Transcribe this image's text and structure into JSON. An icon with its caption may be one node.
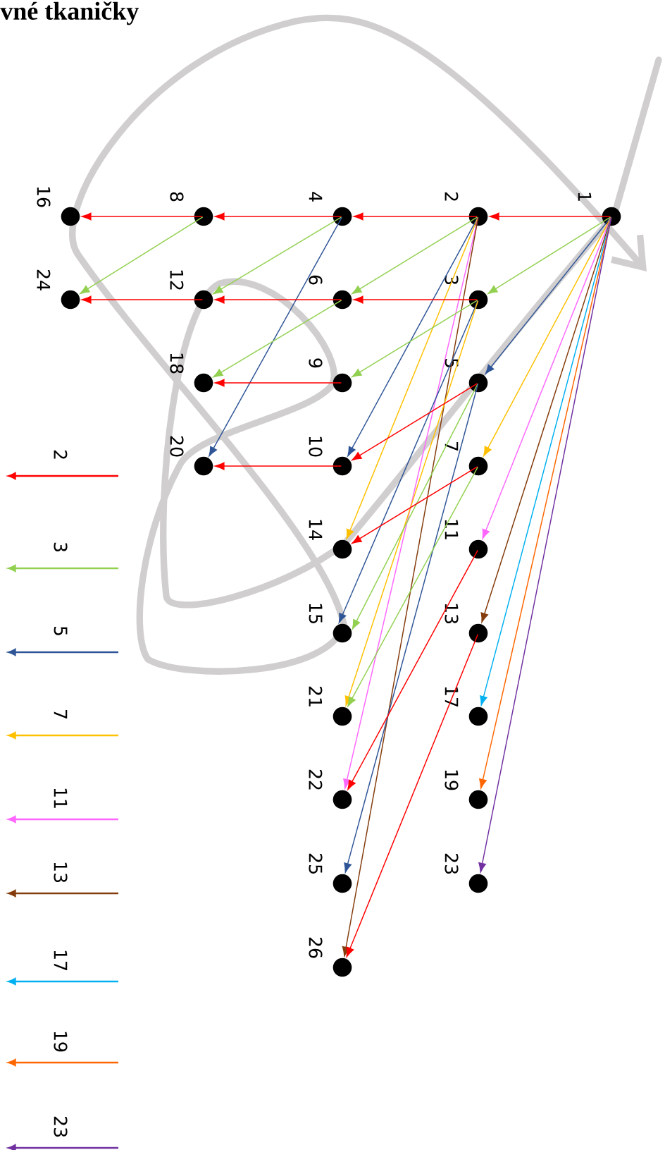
{
  "diagram": {
    "title": "vné tkaničky",
    "nodes": [
      {
        "text": [
          "1"
        ]
      },
      {
        "text": [
          "2"
        ]
      },
      {
        "text": [
          "3"
        ]
      },
      {
        "text": [
          "4"
        ]
      },
      {
        "text": [
          "5"
        ]
      },
      {
        "text": [
          "6"
        ]
      },
      {
        "text": [
          "7"
        ]
      },
      {
        "text": [
          "8"
        ]
      },
      {
        "text": [
          "9"
        ]
      },
      {
        "text": [
          "10"
        ]
      },
      {
        "text": [
          "11"
        ]
      },
      {
        "text": [
          "12"
        ]
      },
      {
        "text": [
          "13"
        ]
      },
      {
        "text": [
          "14"
        ]
      },
      {
        "text": [
          "15"
        ]
      },
      {
        "text": [
          "16"
        ]
      },
      {
        "text": [
          "17"
        ]
      },
      {
        "text": [
          "18"
        ]
      },
      {
        "text": [
          "19"
        ]
      },
      {
        "text": [
          "20"
        ]
      },
      {
        "text": [
          "21"
        ]
      },
      {
        "text": [
          "22"
        ]
      },
      {
        "text": [
          "23"
        ]
      },
      {
        "text": [
          "24"
        ]
      },
      {
        "text": [
          "25"
        ]
      },
      {
        "text": [
          "26"
        ]
      }
    ],
    "edges": [
      {
        "from": 0,
        "to": 1,
        "arrow": "to",
        "color": "#ff0000"
      },
      {
        "from": 0,
        "to": 2,
        "arrow": "to",
        "color": "#92d050"
      },
      {
        "from": 0,
        "to": 4,
        "arrow": "to",
        "color": "#2f5597"
      },
      {
        "from": 0,
        "to": 6,
        "arrow": "to",
        "color": "#ffc000"
      },
      {
        "from": 0,
        "to": 10,
        "arrow": "to",
        "color": "#ff66ff"
      },
      {
        "from": 0,
        "to": 12,
        "arrow": "to",
        "color": "#843c0c"
      },
      {
        "from": 0,
        "to": 16,
        "arrow": "to",
        "color": "#00b0f0"
      },
      {
        "from": 0,
        "to": 18,
        "arrow": "to",
        "color": "#ff6600"
      },
      {
        "from": 0,
        "to": 22,
        "arrow": "to",
        "color": "#7030a0"
      },
      {
        "from": 1,
        "to": 3,
        "arrow": "to",
        "color": "#ff0000"
      },
      {
        "from": 1,
        "to": 5,
        "arrow": "to",
        "color": "#92d050"
      },
      {
        "from": 1,
        "to": 9,
        "arrow": "to",
        "color": "#2f5597"
      },
      {
        "from": 1,
        "to": 13,
        "arrow": "to",
        "color": "#ffc000"
      },
      {
        "from": 1,
        "to": 21,
        "arrow": "to",
        "color": "#ff66ff"
      },
      {
        "from": 1,
        "to": 25,
        "arrow": "to",
        "color": "#843c0c"
      },
      {
        "from": 2,
        "to": 5,
        "arrow": "to",
        "color": "#ff0000"
      },
      {
        "from": 2,
        "to": 8,
        "arrow": "to",
        "color": "#92d050"
      },
      {
        "from": 2,
        "to": 14,
        "arrow": "to",
        "color": "#2f5597"
      },
      {
        "from": 2,
        "to": 20,
        "arrow": "to",
        "color": "#ffc000"
      },
      {
        "from": 3,
        "to": 7,
        "arrow": "to",
        "color": "#ff0000"
      },
      {
        "from": 3,
        "to": 11,
        "arrow": "to",
        "color": "#92d050"
      },
      {
        "from": 3,
        "to": 19,
        "arrow": "to",
        "color": "#2f5597"
      },
      {
        "from": 4,
        "to": 9,
        "arrow": "to",
        "color": "#ff0000"
      },
      {
        "from": 4,
        "to": 14,
        "arrow": "to",
        "color": "#92d050"
      },
      {
        "from": 4,
        "to": 24,
        "arrow": "to",
        "color": "#2f5597"
      },
      {
        "from": 5,
        "to": 11,
        "arrow": "to",
        "color": "#ff0000"
      },
      {
        "from": 5,
        "to": 17,
        "arrow": "to",
        "color": "#92d050"
      },
      {
        "from": 6,
        "to": 13,
        "arrow": "to",
        "color": "#ff0000"
      },
      {
        "from": 6,
        "to": 20,
        "arrow": "to",
        "color": "#92d050"
      },
      {
        "from": 7,
        "to": 15,
        "arrow": "to",
        "color": "#ff0000"
      },
      {
        "from": 7,
        "to": 23,
        "arrow": "to",
        "color": "#92d050"
      },
      {
        "from": 8,
        "to": 17,
        "arrow": "to",
        "color": "#ff0000"
      },
      {
        "from": 9,
        "to": 19,
        "arrow": "to",
        "color": "#ff0000"
      },
      {
        "from": 10,
        "to": 21,
        "arrow": "to",
        "color": "#ff0000"
      },
      {
        "from": 11,
        "to": 23,
        "arrow": "to",
        "color": "#ff0000"
      },
      {
        "from": 12,
        "to": 25,
        "arrow": "to",
        "color": "#ff0000"
      }
    ],
    "legend": [
      {
        "text": "2",
        "color": "#ff0000"
      },
      {
        "text": "3",
        "color": "#92d050"
      },
      {
        "text": "5",
        "color": "#2f5597"
      },
      {
        "text": "7",
        "color": "#ffc000"
      },
      {
        "text": "11",
        "color": "#ff66ff"
      },
      {
        "text": "13",
        "color": "#843c0c"
      },
      {
        "text": "17",
        "color": "#00b0f0"
      },
      {
        "text": "19",
        "color": "#ff6600"
      },
      {
        "text": "23",
        "color": "#7030a0"
      }
    ]
  }
}
